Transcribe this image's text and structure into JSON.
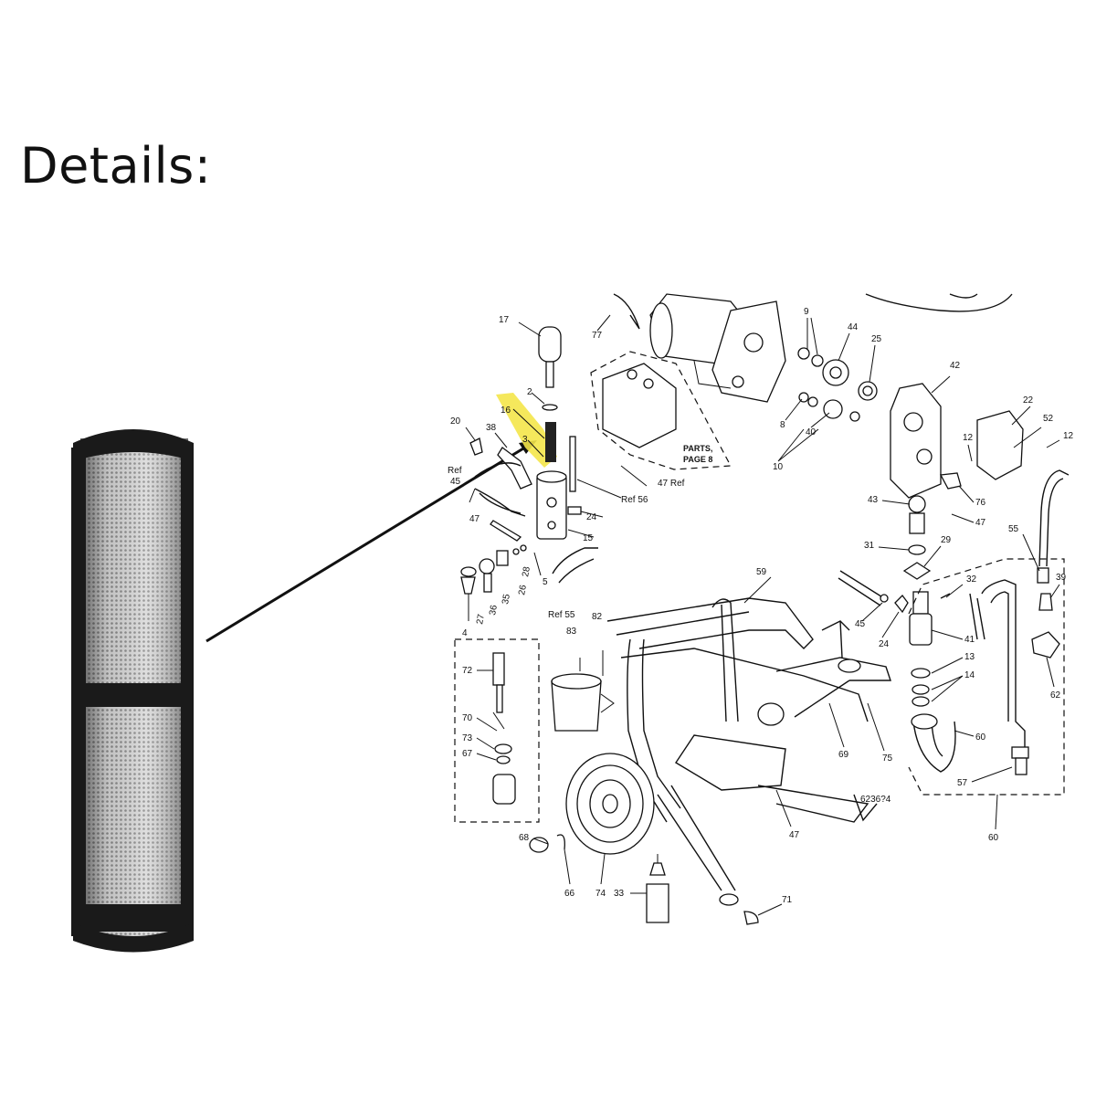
{
  "heading": "Details:",
  "diagram": {
    "parts_ref": "PARTS PAGE 8",
    "drawing_id": "6236?4",
    "labels": [
      {
        "id": "l17",
        "text": "17"
      },
      {
        "id": "l77",
        "text": "77"
      },
      {
        "id": "l9",
        "text": "9"
      },
      {
        "id": "l44",
        "text": "44"
      },
      {
        "id": "l25",
        "text": "25"
      },
      {
        "id": "l42",
        "text": "42"
      },
      {
        "id": "l2",
        "text": "2"
      },
      {
        "id": "l16",
        "text": "16"
      },
      {
        "id": "l3",
        "text": "3"
      },
      {
        "id": "l20",
        "text": "20"
      },
      {
        "id": "l38",
        "text": "38"
      },
      {
        "id": "lref45",
        "text": "Ref"
      },
      {
        "id": "lref45n",
        "text": "45"
      },
      {
        "id": "l8",
        "text": "8"
      },
      {
        "id": "l40",
        "text": "40"
      },
      {
        "id": "l10",
        "text": "10"
      },
      {
        "id": "l22",
        "text": "22"
      },
      {
        "id": "l52",
        "text": "52"
      },
      {
        "id": "l12a",
        "text": "12"
      },
      {
        "id": "l12b",
        "text": "12"
      },
      {
        "id": "l47ref",
        "text": "47 Ref"
      },
      {
        "id": "lref56",
        "text": "Ref 56"
      },
      {
        "id": "l24a",
        "text": "24"
      },
      {
        "id": "l47a",
        "text": "47"
      },
      {
        "id": "l15",
        "text": "15"
      },
      {
        "id": "l43",
        "text": "43"
      },
      {
        "id": "l76",
        "text": "76"
      },
      {
        "id": "l47b",
        "text": "47"
      },
      {
        "id": "l55",
        "text": "55"
      },
      {
        "id": "l31",
        "text": "31"
      },
      {
        "id": "l29",
        "text": "29"
      },
      {
        "id": "l28",
        "text": "28"
      },
      {
        "id": "l26",
        "text": "26"
      },
      {
        "id": "l5",
        "text": "5"
      },
      {
        "id": "l35",
        "text": "35"
      },
      {
        "id": "l36",
        "text": "36"
      },
      {
        "id": "l27",
        "text": "27"
      },
      {
        "id": "l4",
        "text": "4"
      },
      {
        "id": "l59",
        "text": "59"
      },
      {
        "id": "l32",
        "text": "32"
      },
      {
        "id": "l39",
        "text": "39"
      },
      {
        "id": "lref55",
        "text": "Ref 55"
      },
      {
        "id": "l82",
        "text": "82"
      },
      {
        "id": "l83",
        "text": "83"
      },
      {
        "id": "l45",
        "text": "45"
      },
      {
        "id": "l24b",
        "text": "24"
      },
      {
        "id": "l41",
        "text": "41"
      },
      {
        "id": "l72",
        "text": "72"
      },
      {
        "id": "l13",
        "text": "13"
      },
      {
        "id": "l14",
        "text": "14"
      },
      {
        "id": "l62",
        "text": "62"
      },
      {
        "id": "l70",
        "text": "70"
      },
      {
        "id": "l73",
        "text": "73"
      },
      {
        "id": "l67",
        "text": "67"
      },
      {
        "id": "l69",
        "text": "69"
      },
      {
        "id": "l75",
        "text": "75"
      },
      {
        "id": "l60a",
        "text": "60"
      },
      {
        "id": "l57",
        "text": "57"
      },
      {
        "id": "l68",
        "text": "68"
      },
      {
        "id": "l47c",
        "text": "47"
      },
      {
        "id": "l60b",
        "text": "60"
      },
      {
        "id": "l66",
        "text": "66"
      },
      {
        "id": "l74",
        "text": "74"
      },
      {
        "id": "l33",
        "text": "33"
      },
      {
        "id": "l71",
        "text": "71"
      }
    ]
  },
  "colors": {
    "highlight": "#f4e64a",
    "mesh_frame": "#1a1a1a",
    "mesh_fill": "#c9c9c9"
  }
}
